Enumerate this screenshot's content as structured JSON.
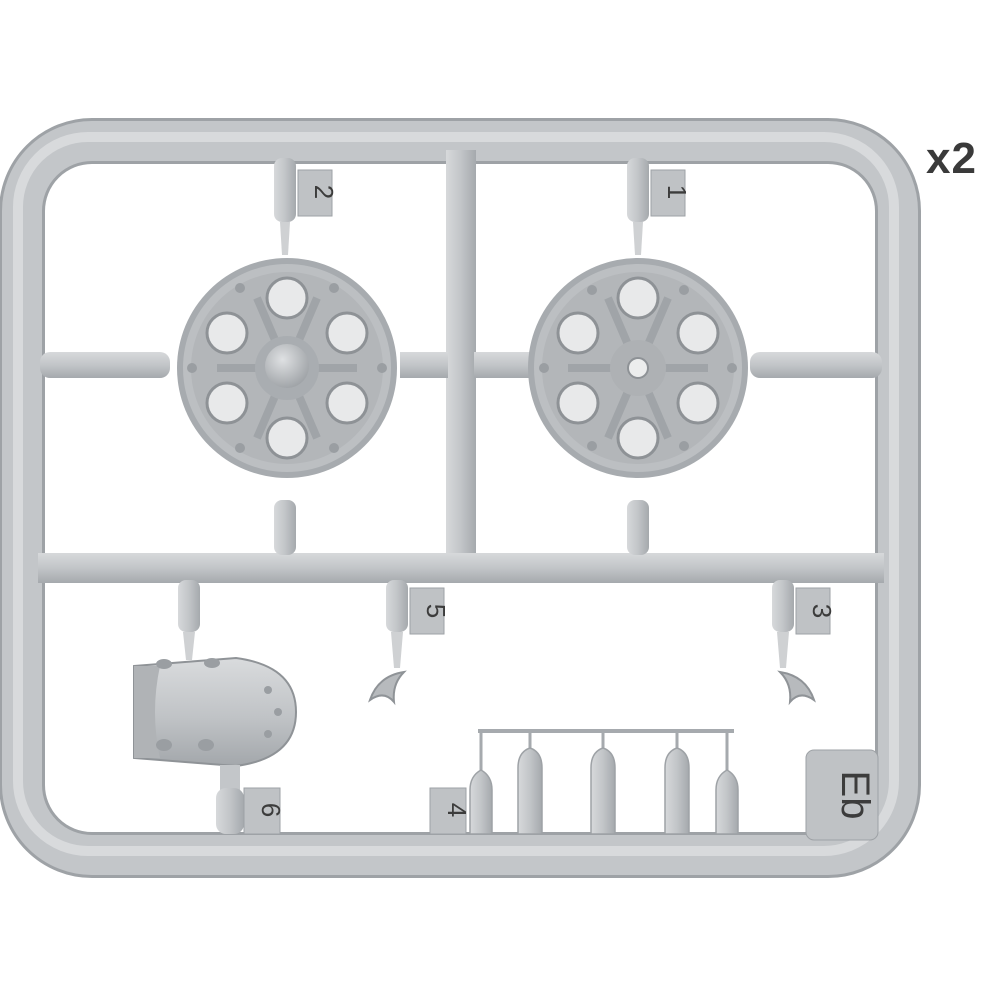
{
  "quantity": "x2",
  "sprue_code": "Eb",
  "part_numbers": [
    "1",
    "2",
    "3",
    "4",
    "5",
    "6"
  ],
  "colors": {
    "plastic": "#c3c6c9",
    "plastic_dark": "#9fa3a7",
    "plastic_light": "#d9dbdd",
    "label_text": "#3c3c3c"
  }
}
